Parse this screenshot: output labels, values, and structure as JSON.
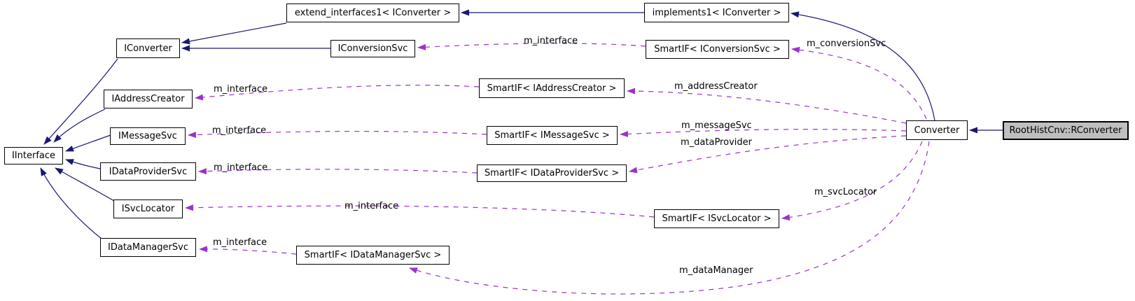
{
  "diagram": {
    "kind": "class-collaboration-graph",
    "colors": {
      "inheritance_edge": "#191970",
      "usage_edge": "#9a32cd",
      "node_background": "#ffffff",
      "node_border": "#000000",
      "highlight_node_background": "#bfbfbf"
    },
    "nodes": {
      "extend_interfaces1": {
        "label": "extend_interfaces1< IConverter >"
      },
      "implements1": {
        "label": "implements1< IConverter >"
      },
      "iconverter": {
        "label": "IConverter"
      },
      "iconversionsvc": {
        "label": "IConversionSvc"
      },
      "smartif_iconversionsvc": {
        "label": "SmartIF< IConversionSvc >"
      },
      "iaddresscreator": {
        "label": "IAddressCreator"
      },
      "smartif_iaddresscreator": {
        "label": "SmartIF< IAddressCreator >"
      },
      "imessagesvc": {
        "label": "IMessageSvc"
      },
      "smartif_imessagesvc": {
        "label": "SmartIF< IMessageSvc >"
      },
      "idataprovidersvc": {
        "label": "IDataProviderSvc"
      },
      "smartif_idataprovidersvc": {
        "label": "SmartIF< IDataProviderSvc >"
      },
      "isvclocator": {
        "label": "ISvcLocator"
      },
      "smartif_isvclocator": {
        "label": "SmartIF< ISvcLocator >"
      },
      "idatamanagersvc": {
        "label": "IDataManagerSvc"
      },
      "smartif_idatamanagersvc": {
        "label": "SmartIF< IDataManagerSvc >"
      },
      "iinterface": {
        "label": "IInterface"
      },
      "converter": {
        "label": "Converter"
      },
      "roothistcnv_rconverter": {
        "label": "RootHistCnv::RConverter"
      }
    },
    "edge_labels": {
      "m_interface_conversionsvc": "m_interface",
      "m_interface_addresscreator": "m_interface",
      "m_interface_messagesvc": "m_interface",
      "m_interface_dataprovidersvc": "m_interface",
      "m_interface_svclocator": "m_interface",
      "m_interface_datamanagersvc": "m_interface",
      "m_conversionsvc": "m_conversionSvc",
      "m_addresscreator": "m_addressCreator",
      "m_messagesvc": "m_messageSvc",
      "m_dataprovider": "m_dataProvider",
      "m_svclocator": "m_svcLocator",
      "m_datamanager": "m_dataManager"
    },
    "edges": [
      {
        "from": "implements1< IConverter >",
        "to": "extend_interfaces1< IConverter >",
        "style": "solid-inheritance"
      },
      {
        "from": "extend_interfaces1< IConverter >",
        "to": "IConverter",
        "style": "solid-inheritance"
      },
      {
        "from": "IConversionSvc",
        "to": "IConverter",
        "style": "solid-inheritance"
      },
      {
        "from": "Converter",
        "to": "implements1< IConverter >",
        "style": "solid-inheritance"
      },
      {
        "from": "IConverter",
        "to": "IInterface",
        "style": "solid-inheritance"
      },
      {
        "from": "IAddressCreator",
        "to": "IInterface",
        "style": "solid-inheritance"
      },
      {
        "from": "IMessageSvc",
        "to": "IInterface",
        "style": "solid-inheritance"
      },
      {
        "from": "IDataProviderSvc",
        "to": "IInterface",
        "style": "solid-inheritance"
      },
      {
        "from": "ISvcLocator",
        "to": "IInterface",
        "style": "solid-inheritance"
      },
      {
        "from": "IDataManagerSvc",
        "to": "IInterface",
        "style": "solid-inheritance"
      },
      {
        "from": "RootHistCnv::RConverter",
        "to": "Converter",
        "style": "solid-inheritance"
      },
      {
        "from": "SmartIF< IConversionSvc >",
        "to": "IConversionSvc",
        "style": "dashed-usage",
        "label": "m_interface"
      },
      {
        "from": "SmartIF< IAddressCreator >",
        "to": "IAddressCreator",
        "style": "dashed-usage",
        "label": "m_interface"
      },
      {
        "from": "SmartIF< IMessageSvc >",
        "to": "IMessageSvc",
        "style": "dashed-usage",
        "label": "m_interface"
      },
      {
        "from": "SmartIF< IDataProviderSvc >",
        "to": "IDataProviderSvc",
        "style": "dashed-usage",
        "label": "m_interface"
      },
      {
        "from": "SmartIF< ISvcLocator >",
        "to": "ISvcLocator",
        "style": "dashed-usage",
        "label": "m_interface"
      },
      {
        "from": "SmartIF< IDataManagerSvc >",
        "to": "IDataManagerSvc",
        "style": "dashed-usage",
        "label": "m_interface"
      },
      {
        "from": "Converter",
        "to": "SmartIF< IConversionSvc >",
        "style": "dashed-usage",
        "label": "m_conversionSvc"
      },
      {
        "from": "Converter",
        "to": "SmartIF< IAddressCreator >",
        "style": "dashed-usage",
        "label": "m_addressCreator"
      },
      {
        "from": "Converter",
        "to": "SmartIF< IMessageSvc >",
        "style": "dashed-usage",
        "label": "m_messageSvc"
      },
      {
        "from": "Converter",
        "to": "SmartIF< IDataProviderSvc >",
        "style": "dashed-usage",
        "label": "m_dataProvider"
      },
      {
        "from": "Converter",
        "to": "SmartIF< ISvcLocator >",
        "style": "dashed-usage",
        "label": "m_svcLocator"
      },
      {
        "from": "Converter",
        "to": "SmartIF< IDataManagerSvc >",
        "style": "dashed-usage",
        "label": "m_dataManager"
      }
    ]
  }
}
